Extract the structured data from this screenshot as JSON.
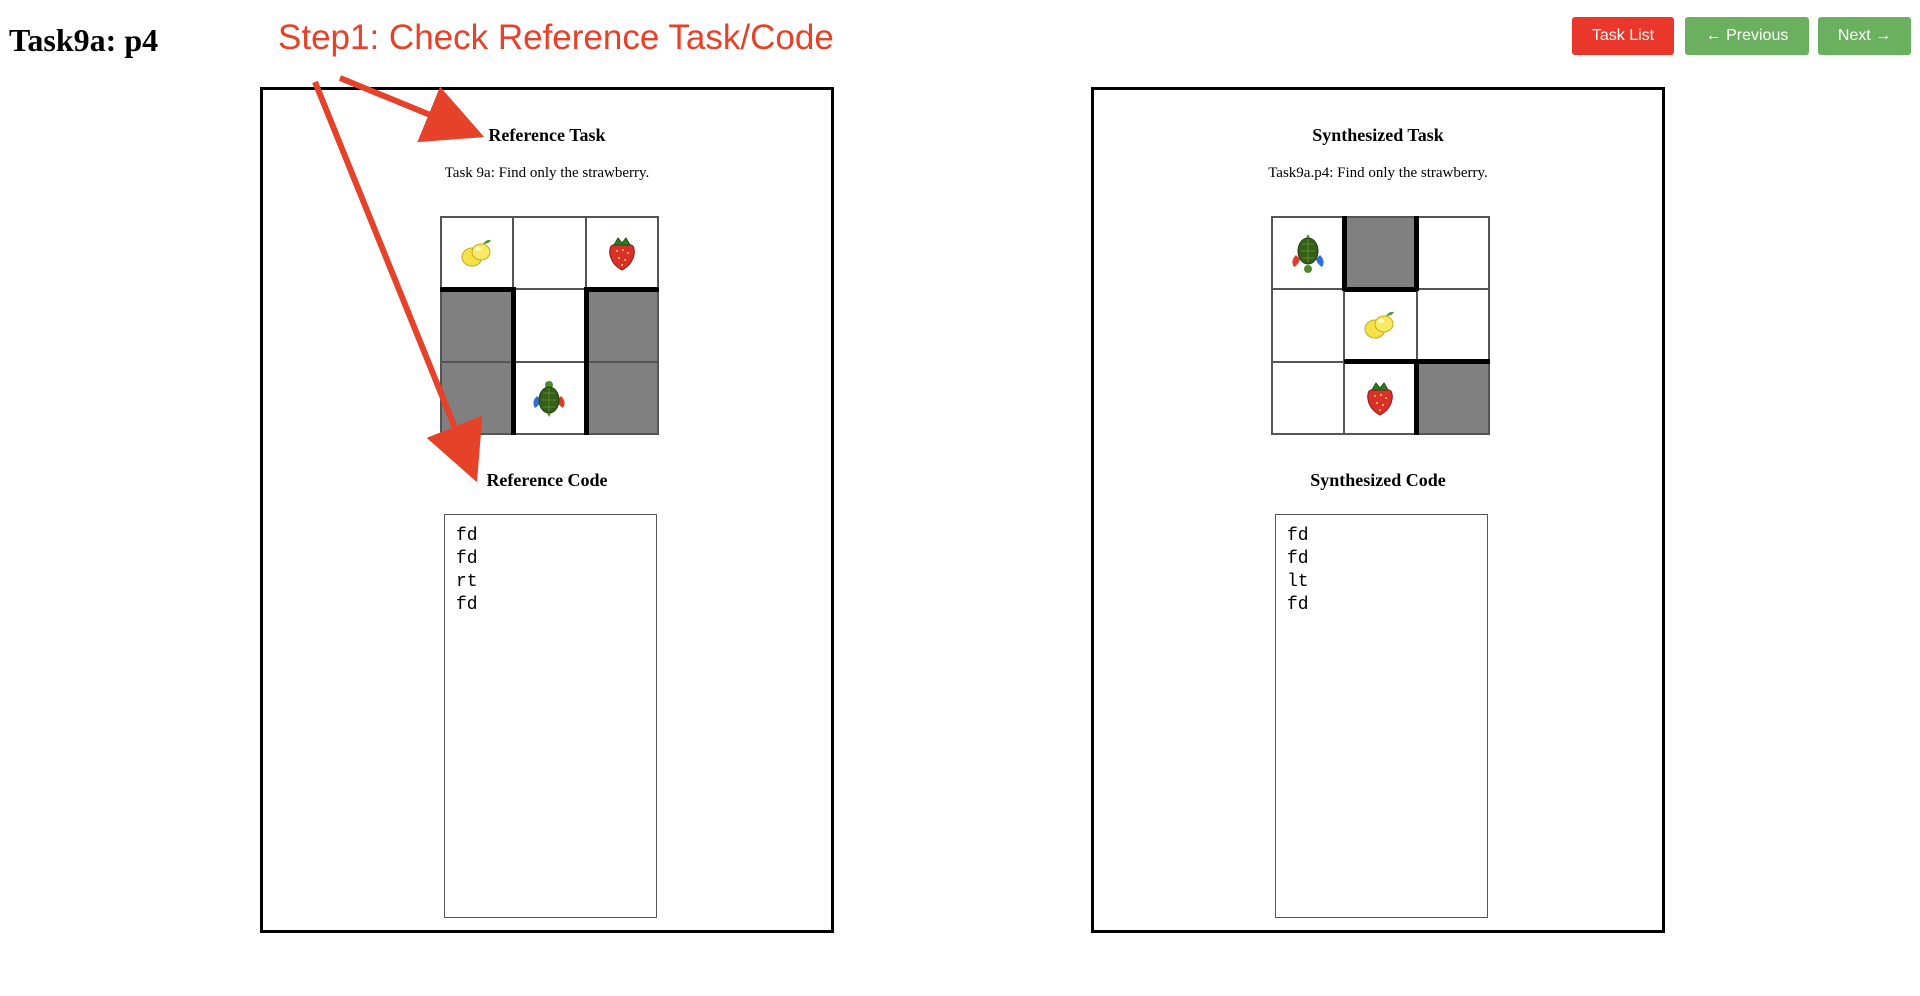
{
  "page": {
    "title": "Task9a: p4"
  },
  "annotation": {
    "text": "Step1: Check Reference Task/Code"
  },
  "nav": {
    "task_list": "Task List",
    "previous": "← Previous",
    "next": "Next →"
  },
  "reference": {
    "heading": "Reference Task",
    "description": "Task 9a: Find only the strawberry.",
    "code_heading": "Reference Code",
    "code": [
      "fd",
      "fd",
      "rt",
      "fd"
    ]
  },
  "synthesized": {
    "heading": "Synthesized Task",
    "description": "Task9a.p4: Find only the strawberry.",
    "code_heading": "Synthesized Code",
    "code": [
      "fd",
      "fd",
      "lt",
      "fd"
    ]
  },
  "icons": {
    "lemon": "lemon-icon",
    "strawberry": "strawberry-icon",
    "turtle": "turtle-icon"
  },
  "colors": {
    "accent_red": "#e9372c",
    "accent_green": "#6ab05e",
    "annotation_red": "#e64129",
    "wall_gray": "#808080"
  }
}
